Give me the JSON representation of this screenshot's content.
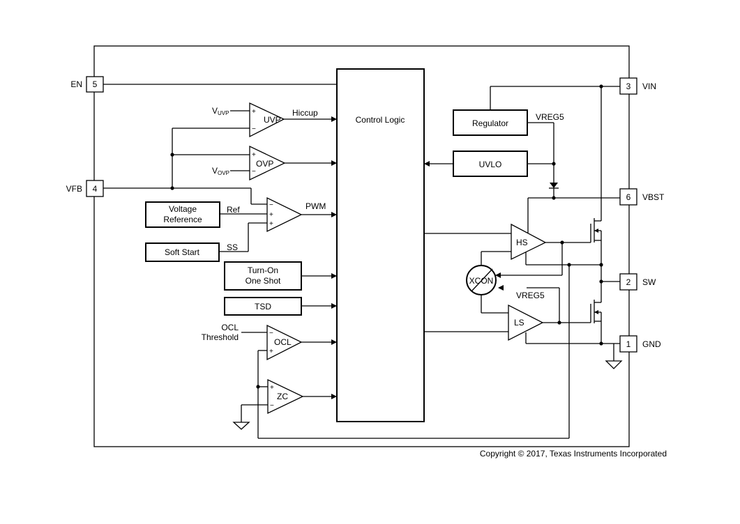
{
  "pins": {
    "en": {
      "name": "EN",
      "num": "5"
    },
    "vfb": {
      "name": "VFB",
      "num": "4"
    },
    "vin": {
      "name": "VIN",
      "num": "3"
    },
    "vbst": {
      "name": "VBST",
      "num": "6"
    },
    "sw": {
      "name": "SW",
      "num": "2"
    },
    "gnd": {
      "name": "GND",
      "num": "1"
    }
  },
  "blocks": {
    "control_logic": "Control Logic",
    "regulator": "Regulator",
    "uvlo": "UVLO",
    "voltage_reference_line1": "Voltage",
    "voltage_reference_line2": "Reference",
    "soft_start": "Soft Start",
    "turn_on_line1": "Turn-On",
    "turn_on_line2": "One Shot",
    "tsd": "TSD",
    "xcon": "XCON"
  },
  "amplifiers": {
    "uvp": "UVP",
    "ovp": "OVP",
    "pwm_comp": "",
    "ocl": "OCL",
    "zc": "ZC",
    "hs": "HS",
    "ls": "LS"
  },
  "signals": {
    "vuvp_main": "V",
    "vuvp_sub": "UVP",
    "vovp_main": "V",
    "vovp_sub": "OVP",
    "hiccup": "Hiccup",
    "pwm": "PWM",
    "ref": "Ref",
    "ss": "SS",
    "ocl_threshold_line1": "OCL",
    "ocl_threshold_line2": "Threshold",
    "vreg5_top": "VREG5",
    "vreg5_ls": "VREG5"
  },
  "copyright": "Copyright © 2017, Texas Instruments Incorporated"
}
